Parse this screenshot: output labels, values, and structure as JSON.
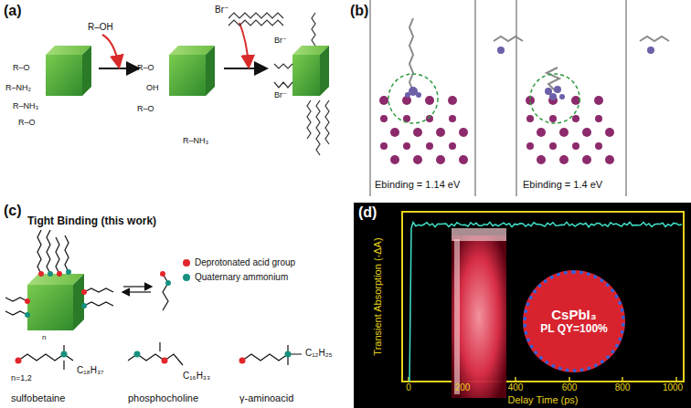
{
  "diagram": {
    "nodes": [
      {
        "text": [
          "CsPbI₃",
          "PL QY=100%"
        ]
      }
    ],
    "labels": [
      "(a)",
      "R–O",
      "R–NH₂",
      "R–NH₃",
      "R–O",
      "R–OH",
      "R–O",
      "OH",
      "R–O",
      "R–NH₃",
      "Br⁻",
      "Br⁻",
      "Br⁻",
      "(b)",
      "Ebinding = 1.14 eV",
      "Ebinding = 1.4 eV",
      "(c)",
      "Tight Binding (this work)",
      "sulfobetaine",
      "n=1,2",
      "n",
      "C₁₈H₃₇",
      "phosphocholine",
      "C₁₆H₃₃",
      "γ-aminoacid",
      "C₁₂H₂₅",
      "(d)",
      "Transient Absorption (-ΔA)",
      "Delay Time (ps)",
      "0",
      "200",
      "400",
      "600",
      "800",
      "1000"
    ],
    "legend": [
      {
        "text": "Deprotonated acid group",
        "color": "#e3262b"
      },
      {
        "text": "Quaternary ammonium",
        "color": "#17917f"
      }
    ]
  }
}
